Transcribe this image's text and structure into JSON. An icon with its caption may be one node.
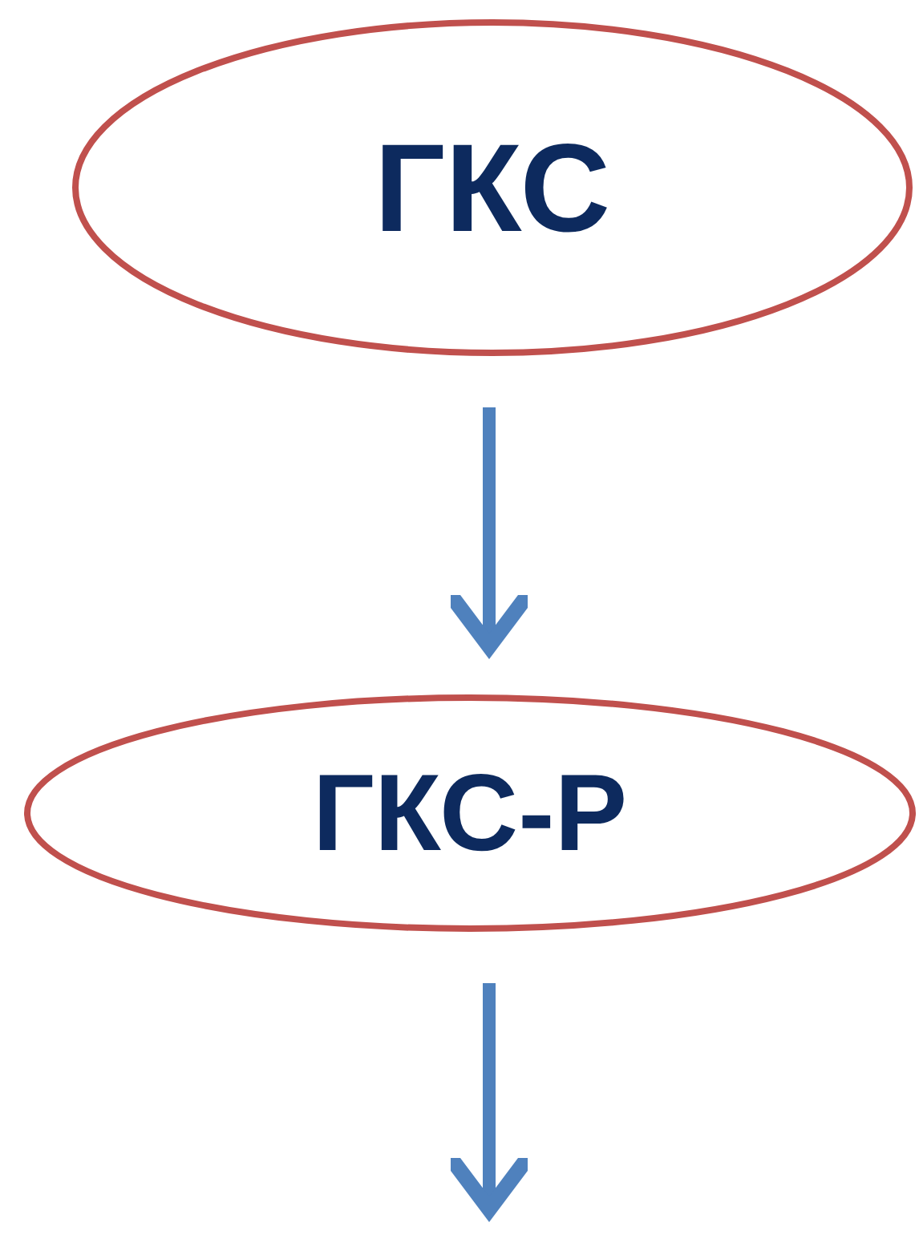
{
  "diagram": {
    "nodes": [
      {
        "text": [
          "ГКС"
        ]
      },
      {
        "text": [
          "ГКС-Р"
        ]
      }
    ],
    "edges": [
      {
        "from": 0,
        "to": 1,
        "arrow": "to"
      },
      {
        "from": 1,
        "to": null,
        "arrow": "to"
      }
    ]
  }
}
